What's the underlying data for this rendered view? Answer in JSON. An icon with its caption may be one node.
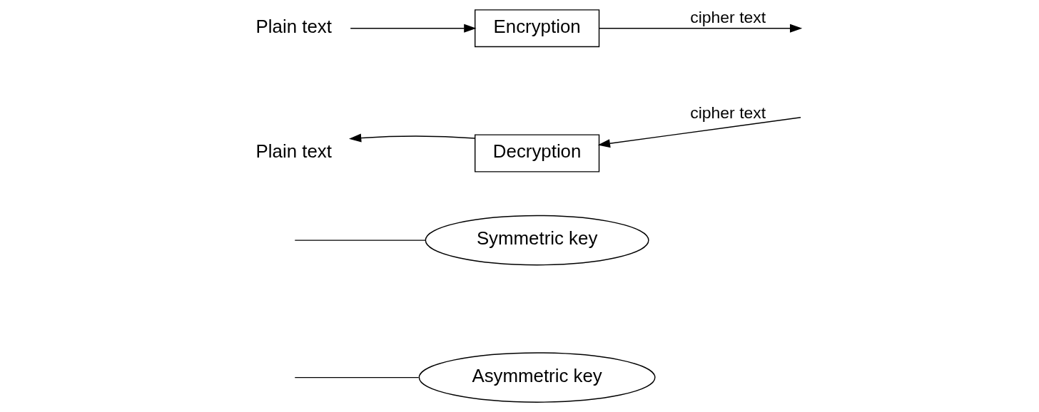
{
  "diagram": {
    "nodes": [
      {
        "text": [
          "Symmetric key"
        ]
      },
      {
        "text": [
          "Asymmetric key"
        ]
      },
      {
        "text": [
          "Plain text"
        ]
      },
      {
        "text": [
          "Encryption"
        ]
      },
      {
        "text": [
          "Decryption"
        ]
      },
      {
        "text": [
          "Plain text"
        ]
      }
    ],
    "edges": [
      {
        "from": null,
        "to": 0,
        "arrow": "none"
      },
      {
        "from": null,
        "to": 1,
        "arrow": "none"
      },
      {
        "from": 2,
        "to": 3,
        "arrow": "to"
      },
      {
        "from": 3,
        "to": null,
        "arrow": "to",
        "label": "cipher text"
      },
      {
        "from": null,
        "to": 4,
        "arrow": "to",
        "label": "cipher text"
      },
      {
        "from": 4,
        "to": 5,
        "arrow": "to"
      }
    ]
  }
}
